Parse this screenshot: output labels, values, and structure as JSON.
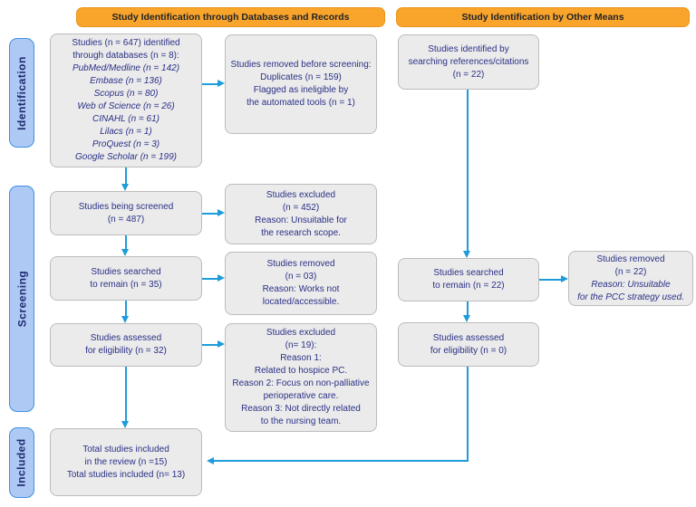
{
  "headers": {
    "databases": "Study Identification through Databases and Records",
    "other_means": "Study Identification by Other Means"
  },
  "stages": {
    "identification": "Identification",
    "screening": "Screening",
    "included": "Included"
  },
  "colors": {
    "header_fill": "#f9a42a",
    "header_border": "#e8941c",
    "header_text": "#1f2128",
    "box_fill": "#ebebeb",
    "box_border": "#bcbcbc",
    "box_text": "#2a3085",
    "arrow": "#1e9cd9",
    "stage_fill": "#adc9f4",
    "stage_border": "#4090e2",
    "stage_text": "#202a70"
  },
  "boxes": {
    "db_identified": {
      "lines": [
        "Studies (n = 647) identified",
        "through databases (n = 8):",
        "PubMed/Medline (n = 142)",
        "Embase (n = 136)",
        "Scopus (n = 80)",
        "Web of Science (n = 26)",
        "CINAHL (n = 61)",
        "Lilacs (n = 1)",
        "ProQuest (n = 3)",
        "Google Scholar (n = 199)"
      ]
    },
    "removed_before_screening": {
      "lines": [
        "Studies removed before screening:",
        "Duplicates (n = 159)",
        "Flagged as ineligible by",
        "the automated tools (n = 1)"
      ]
    },
    "being_screened": {
      "lines": [
        "Studies being screened",
        "(n = 487)"
      ]
    },
    "excluded_scope": {
      "lines": [
        "Studies excluded",
        "(n = 452)",
        "Reason: Unsuitable for",
        "the research scope."
      ]
    },
    "searched_remain_35": {
      "lines": [
        "Studies searched",
        "to remain (n = 35)"
      ]
    },
    "removed_not_located": {
      "lines": [
        "Studies removed",
        "(n = 03)",
        "Reason: Works not",
        "located/accessible."
      ]
    },
    "assessed_eligibility_32": {
      "lines": [
        "Studies assessed",
        "for eligibility (n = 32)"
      ]
    },
    "excluded_reasons": {
      "lines": [
        "Studies excluded",
        "(n= 19):",
        "Reason 1:",
        "Related to hospice PC.",
        "Reason 2: Focus on non-palliative",
        "perioperative care.",
        "Reason 3: Not directly related",
        "to the nursing team."
      ]
    },
    "total_included": {
      "lines": [
        "Total studies included",
        "in the review (n =15)",
        "Total studies included (n= 13)"
      ]
    },
    "identified_other_means": {
      "lines": [
        "Studies identified by",
        "searching references/citations",
        "(n = 22)"
      ]
    },
    "searched_remain_22": {
      "lines": [
        "Studies searched",
        "to remain (n = 22)"
      ]
    },
    "removed_pcc": {
      "lines": [
        "Studies removed",
        "(n = 22)",
        "Reason: Unsuitable",
        "for the PCC strategy used."
      ]
    },
    "assessed_eligibility_0": {
      "lines": [
        "Studies assessed",
        "for eligibility (n = 0)"
      ]
    }
  }
}
